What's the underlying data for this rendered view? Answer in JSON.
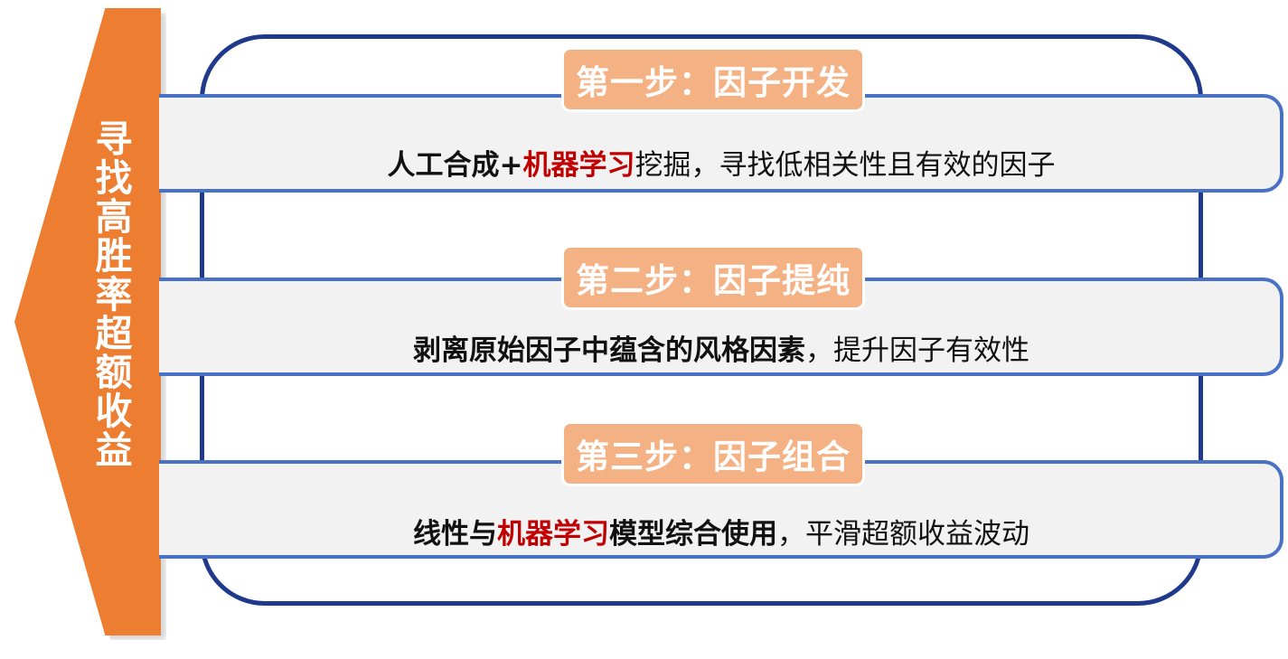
{
  "banner": {
    "title": "寻找高胜率超额收益"
  },
  "steps": [
    {
      "label": "第一步：因子开发",
      "desc_parts": [
        {
          "text": "人工合成+",
          "style": "bold"
        },
        {
          "text": "机器学习",
          "style": "red"
        },
        {
          "text": "挖掘，寻找低相关性且有效的因子",
          "style": "normal"
        }
      ]
    },
    {
      "label": "第二步：因子提纯",
      "desc_parts": [
        {
          "text": "剥离原始因子中蕴含的风格因素",
          "style": "bold"
        },
        {
          "text": "，提升因子有效性",
          "style": "normal"
        }
      ]
    },
    {
      "label": "第三步：因子组合",
      "desc_parts": [
        {
          "text": "线性与",
          "style": "bold"
        },
        {
          "text": "机器学习",
          "style": "red"
        },
        {
          "text": "模型综合使用",
          "style": "bold"
        },
        {
          "text": "，平滑超额收益波动",
          "style": "normal"
        }
      ]
    }
  ],
  "colors": {
    "arrow": "#ed7d31",
    "frame": "#1f3a8a",
    "row_border": "#4a72c4",
    "row_fill": "#f2f2f2",
    "badge_fill": "#f4b183",
    "highlight_red": "#c00000"
  }
}
